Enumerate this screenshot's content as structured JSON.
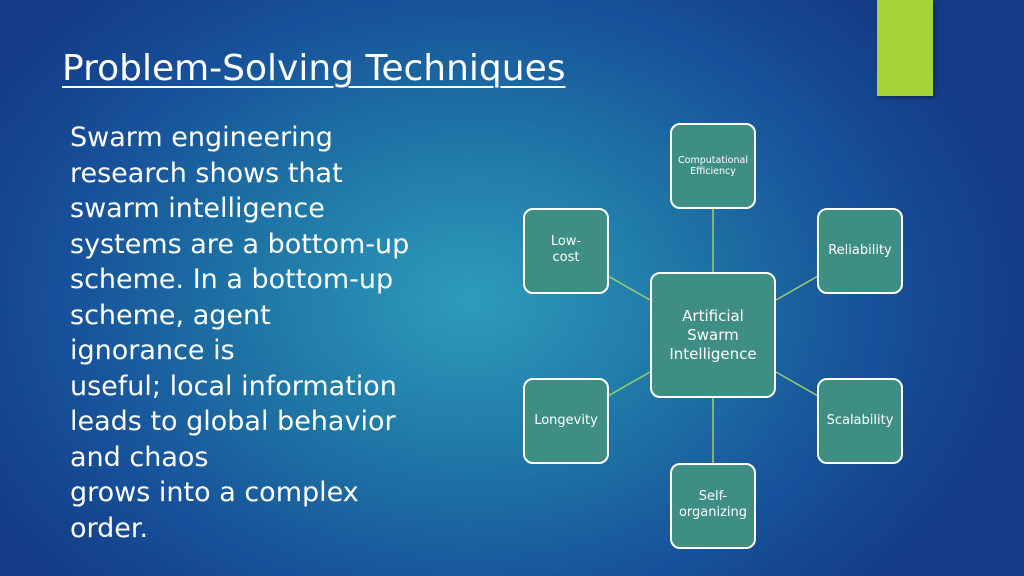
{
  "slide": {
    "title": "Problem-Solving Techniques",
    "body_lines": [
      "Swarm engineering",
      "research shows that",
      "swarm intelligence",
      "systems are a bottom-up",
      "scheme. In a bottom-up",
      "scheme, agent",
      "ignorance is",
      "useful; local information",
      "leads to global behavior",
      "and chaos",
      "grows into a complex",
      "order."
    ],
    "accent_color": "#a4d43a"
  },
  "diagram": {
    "center": {
      "lines": [
        "Artificial",
        "Swarm",
        "Intelligence"
      ]
    },
    "nodes": [
      {
        "id": "computational-efficiency",
        "lines": [
          "Computational",
          "Efficiency"
        ]
      },
      {
        "id": "reliability",
        "lines": [
          "Reliability"
        ]
      },
      {
        "id": "scalability",
        "lines": [
          "Scalability"
        ]
      },
      {
        "id": "self-organizing",
        "lines": [
          "Self-",
          "organizing"
        ]
      },
      {
        "id": "longevity",
        "lines": [
          "Longevity"
        ]
      },
      {
        "id": "low-cost",
        "lines": [
          "Low-",
          "cost"
        ]
      }
    ],
    "node_fill": "#3e8e83",
    "connector_color": "#9ccf6a"
  }
}
